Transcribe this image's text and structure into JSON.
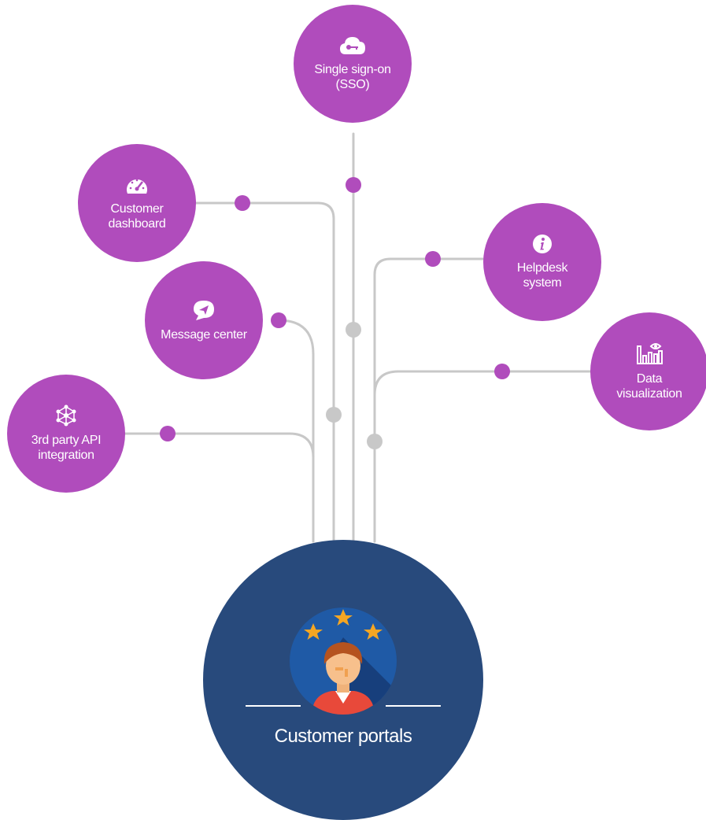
{
  "center": {
    "title": "Customer portals",
    "icon": "customer-rating-avatar-icon"
  },
  "features": [
    {
      "id": "sso",
      "label": "Single sign-on\n(SSO)",
      "icon": "cloud-key-icon"
    },
    {
      "id": "dashboard",
      "label": "Customer\ndashboard",
      "icon": "speedometer-icon"
    },
    {
      "id": "helpdesk",
      "label": "Helpdesk\nsystem",
      "icon": "info-icon"
    },
    {
      "id": "message",
      "label": "Message center",
      "icon": "paper-plane-icon"
    },
    {
      "id": "dataviz",
      "label": "Data\nvisualization",
      "icon": "chart-eye-icon"
    },
    {
      "id": "api",
      "label": "3rd party API\nintegration",
      "icon": "network-icon"
    }
  ],
  "colors": {
    "node": "#b04cbc",
    "center": "#284a7c",
    "connector": "#c8c8c8",
    "junction": "#c8c8c8",
    "star": "#f5a623"
  }
}
